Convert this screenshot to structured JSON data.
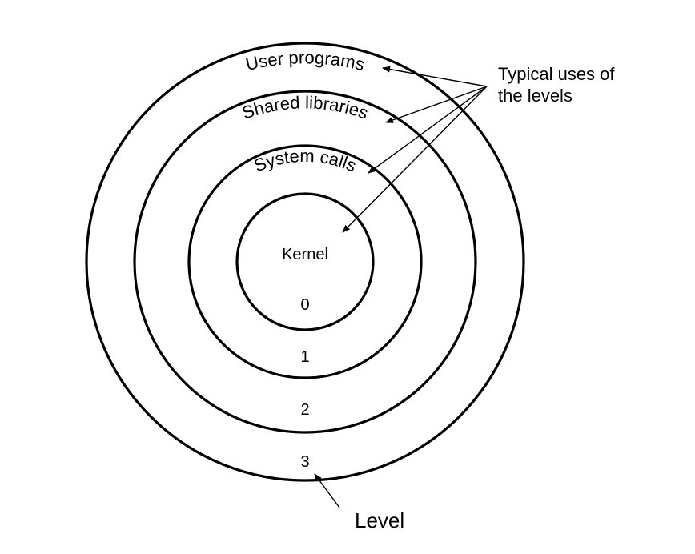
{
  "rings": [
    {
      "use": "User programs",
      "level": "3"
    },
    {
      "use": "Shared libraries",
      "level": "2"
    },
    {
      "use": "System calls",
      "level": "1"
    },
    {
      "use": "Kernel",
      "level": "0"
    }
  ],
  "annotation": {
    "line1": "Typical uses of",
    "line2": "the levels"
  },
  "level_label": "Level"
}
